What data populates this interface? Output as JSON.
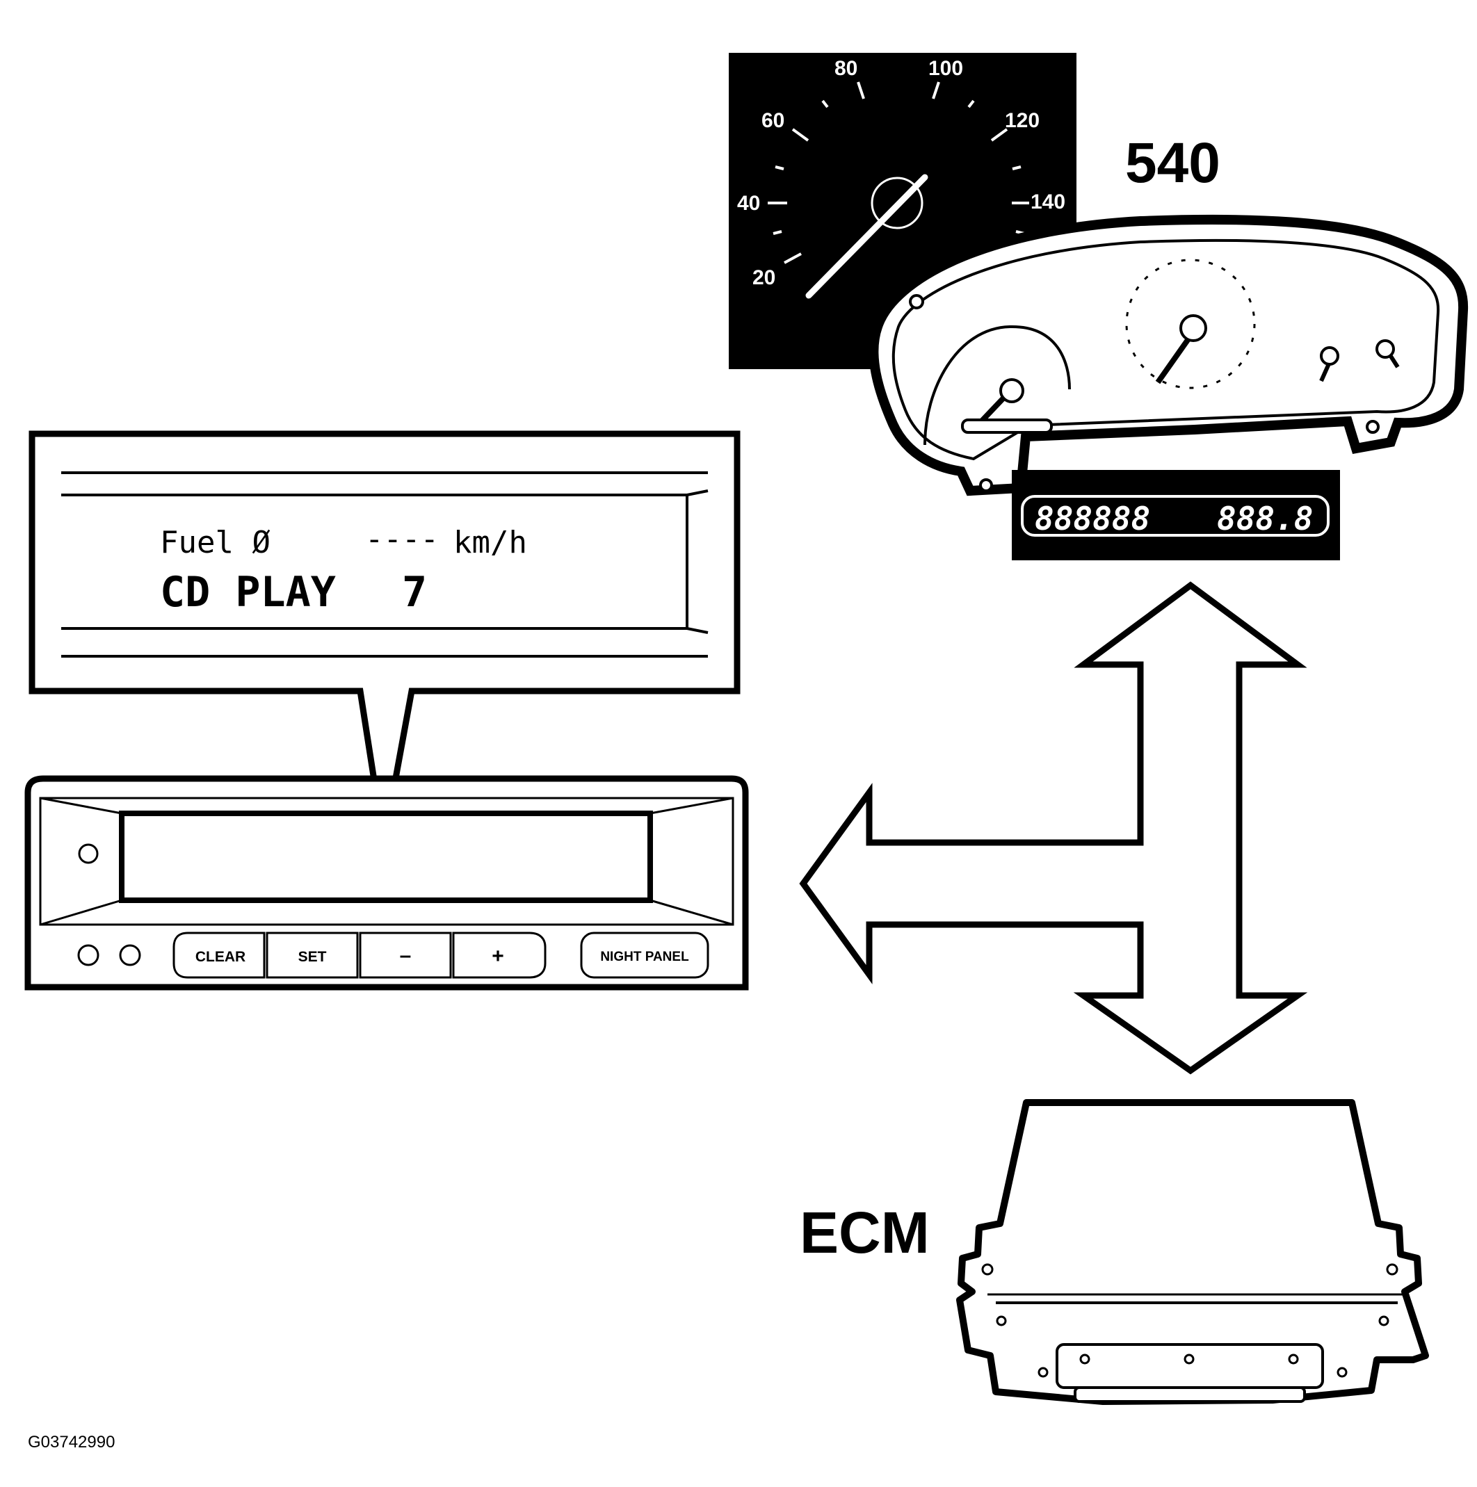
{
  "speedometer": {
    "ticks": [
      "20",
      "40",
      "60",
      "80",
      "100",
      "120",
      "140"
    ]
  },
  "cluster": {
    "label": "540",
    "odometer": "888888",
    "trip": "888.8"
  },
  "callout": {
    "line1_left": "Fuel Ø",
    "line1_speed": "----",
    "line1_unit": "km/h",
    "line2_left": "CD PLAY",
    "line2_right": "7"
  },
  "sid_panel": {
    "buttons": {
      "clear": "CLEAR",
      "set": "SET",
      "minus": "–",
      "plus": "+",
      "night_panel": "NIGHT PANEL"
    }
  },
  "ecm": {
    "label": "ECM"
  },
  "figure_id": "G03742990"
}
